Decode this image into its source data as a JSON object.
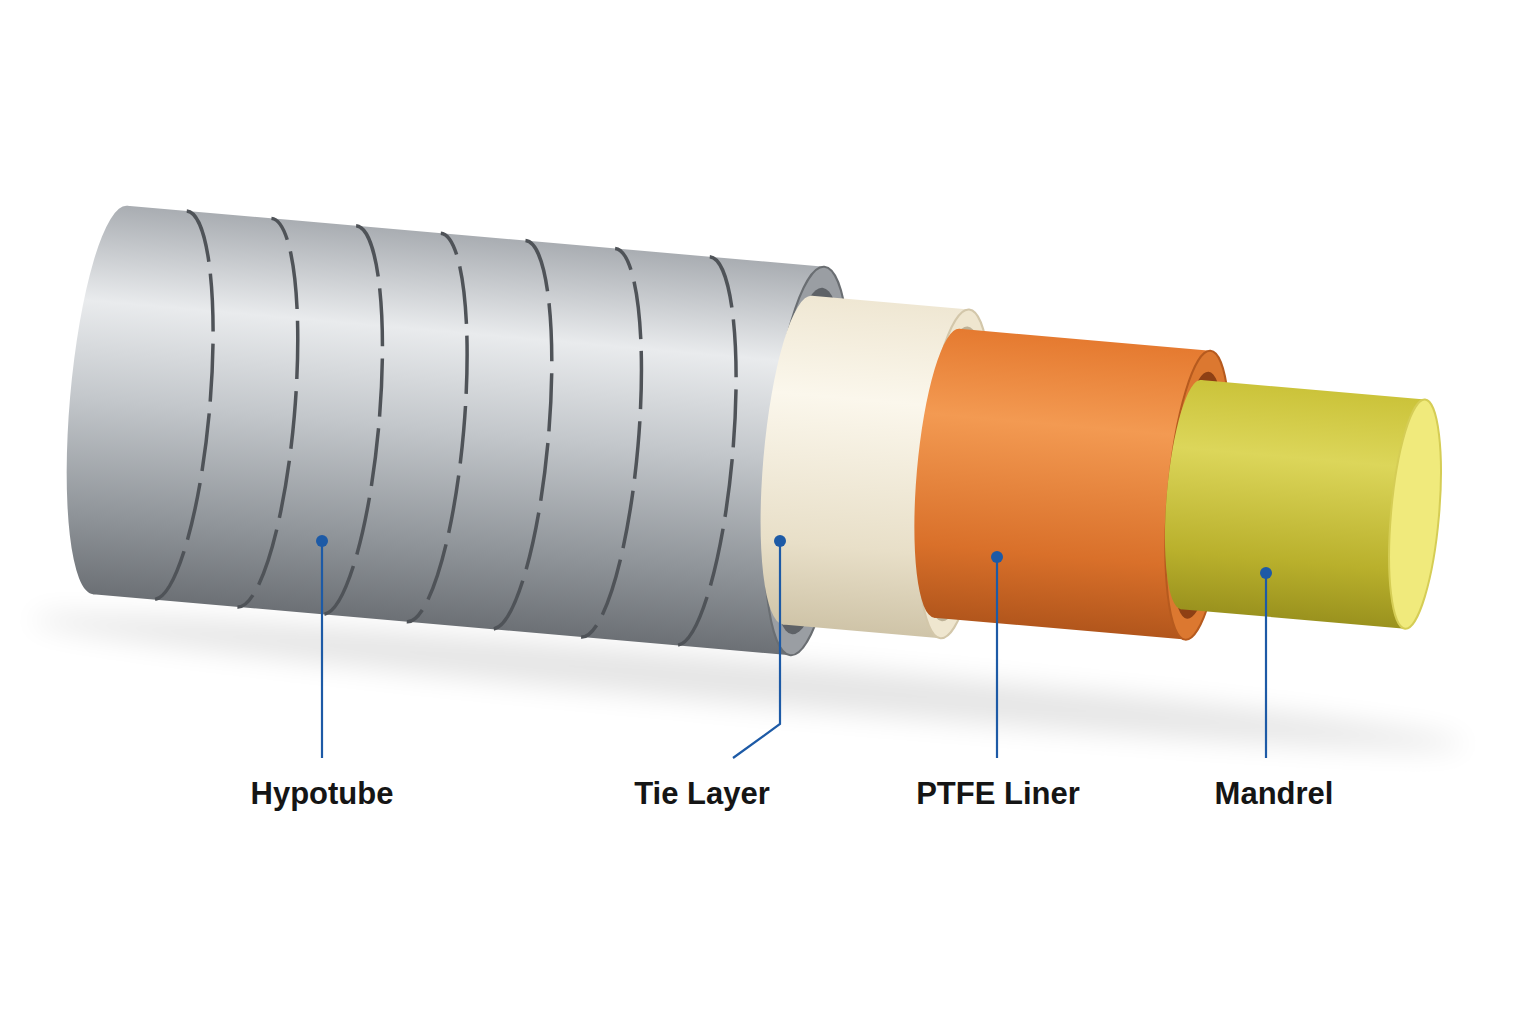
{
  "diagram": {
    "labels": [
      "Hypotube",
      "Tie Layer",
      "PTFE Liner",
      "Mandrel"
    ]
  }
}
